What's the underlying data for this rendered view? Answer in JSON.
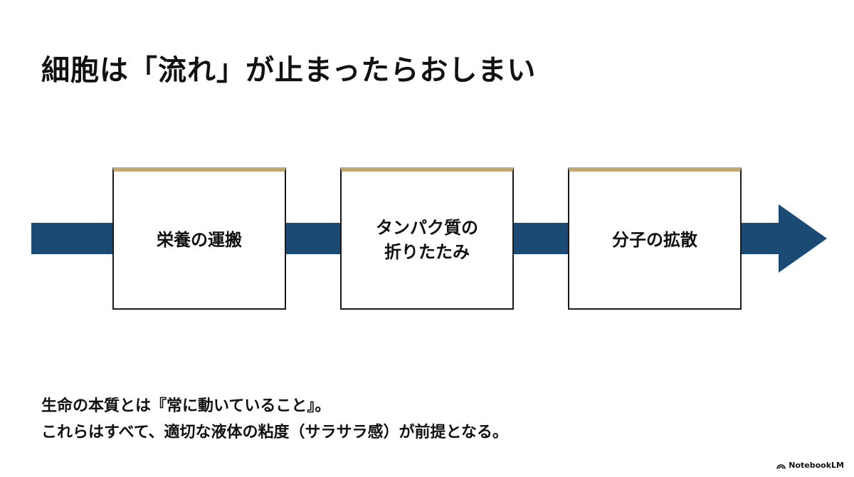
{
  "slide": {
    "title": "細胞は「流れ」が止まったらおしまい"
  },
  "flow": {
    "steps": [
      {
        "label": "栄養の運搬"
      },
      {
        "label": "タンパク質の\n折りたたみ"
      },
      {
        "label": "分子の拡散"
      }
    ]
  },
  "caption": {
    "line1": "生命の本質とは『常に動いていること』。",
    "line2": "これらはすべて、適切な液体の粘度（サラサラ感）が前提となる。"
  },
  "branding": {
    "label": "NotebookLM",
    "icon": "notebooklm-logo-icon"
  },
  "colors": {
    "arrow": "#1b4a74",
    "card_accent": "#c3a776",
    "card_border": "#1a1a1a",
    "text": "#111111"
  }
}
